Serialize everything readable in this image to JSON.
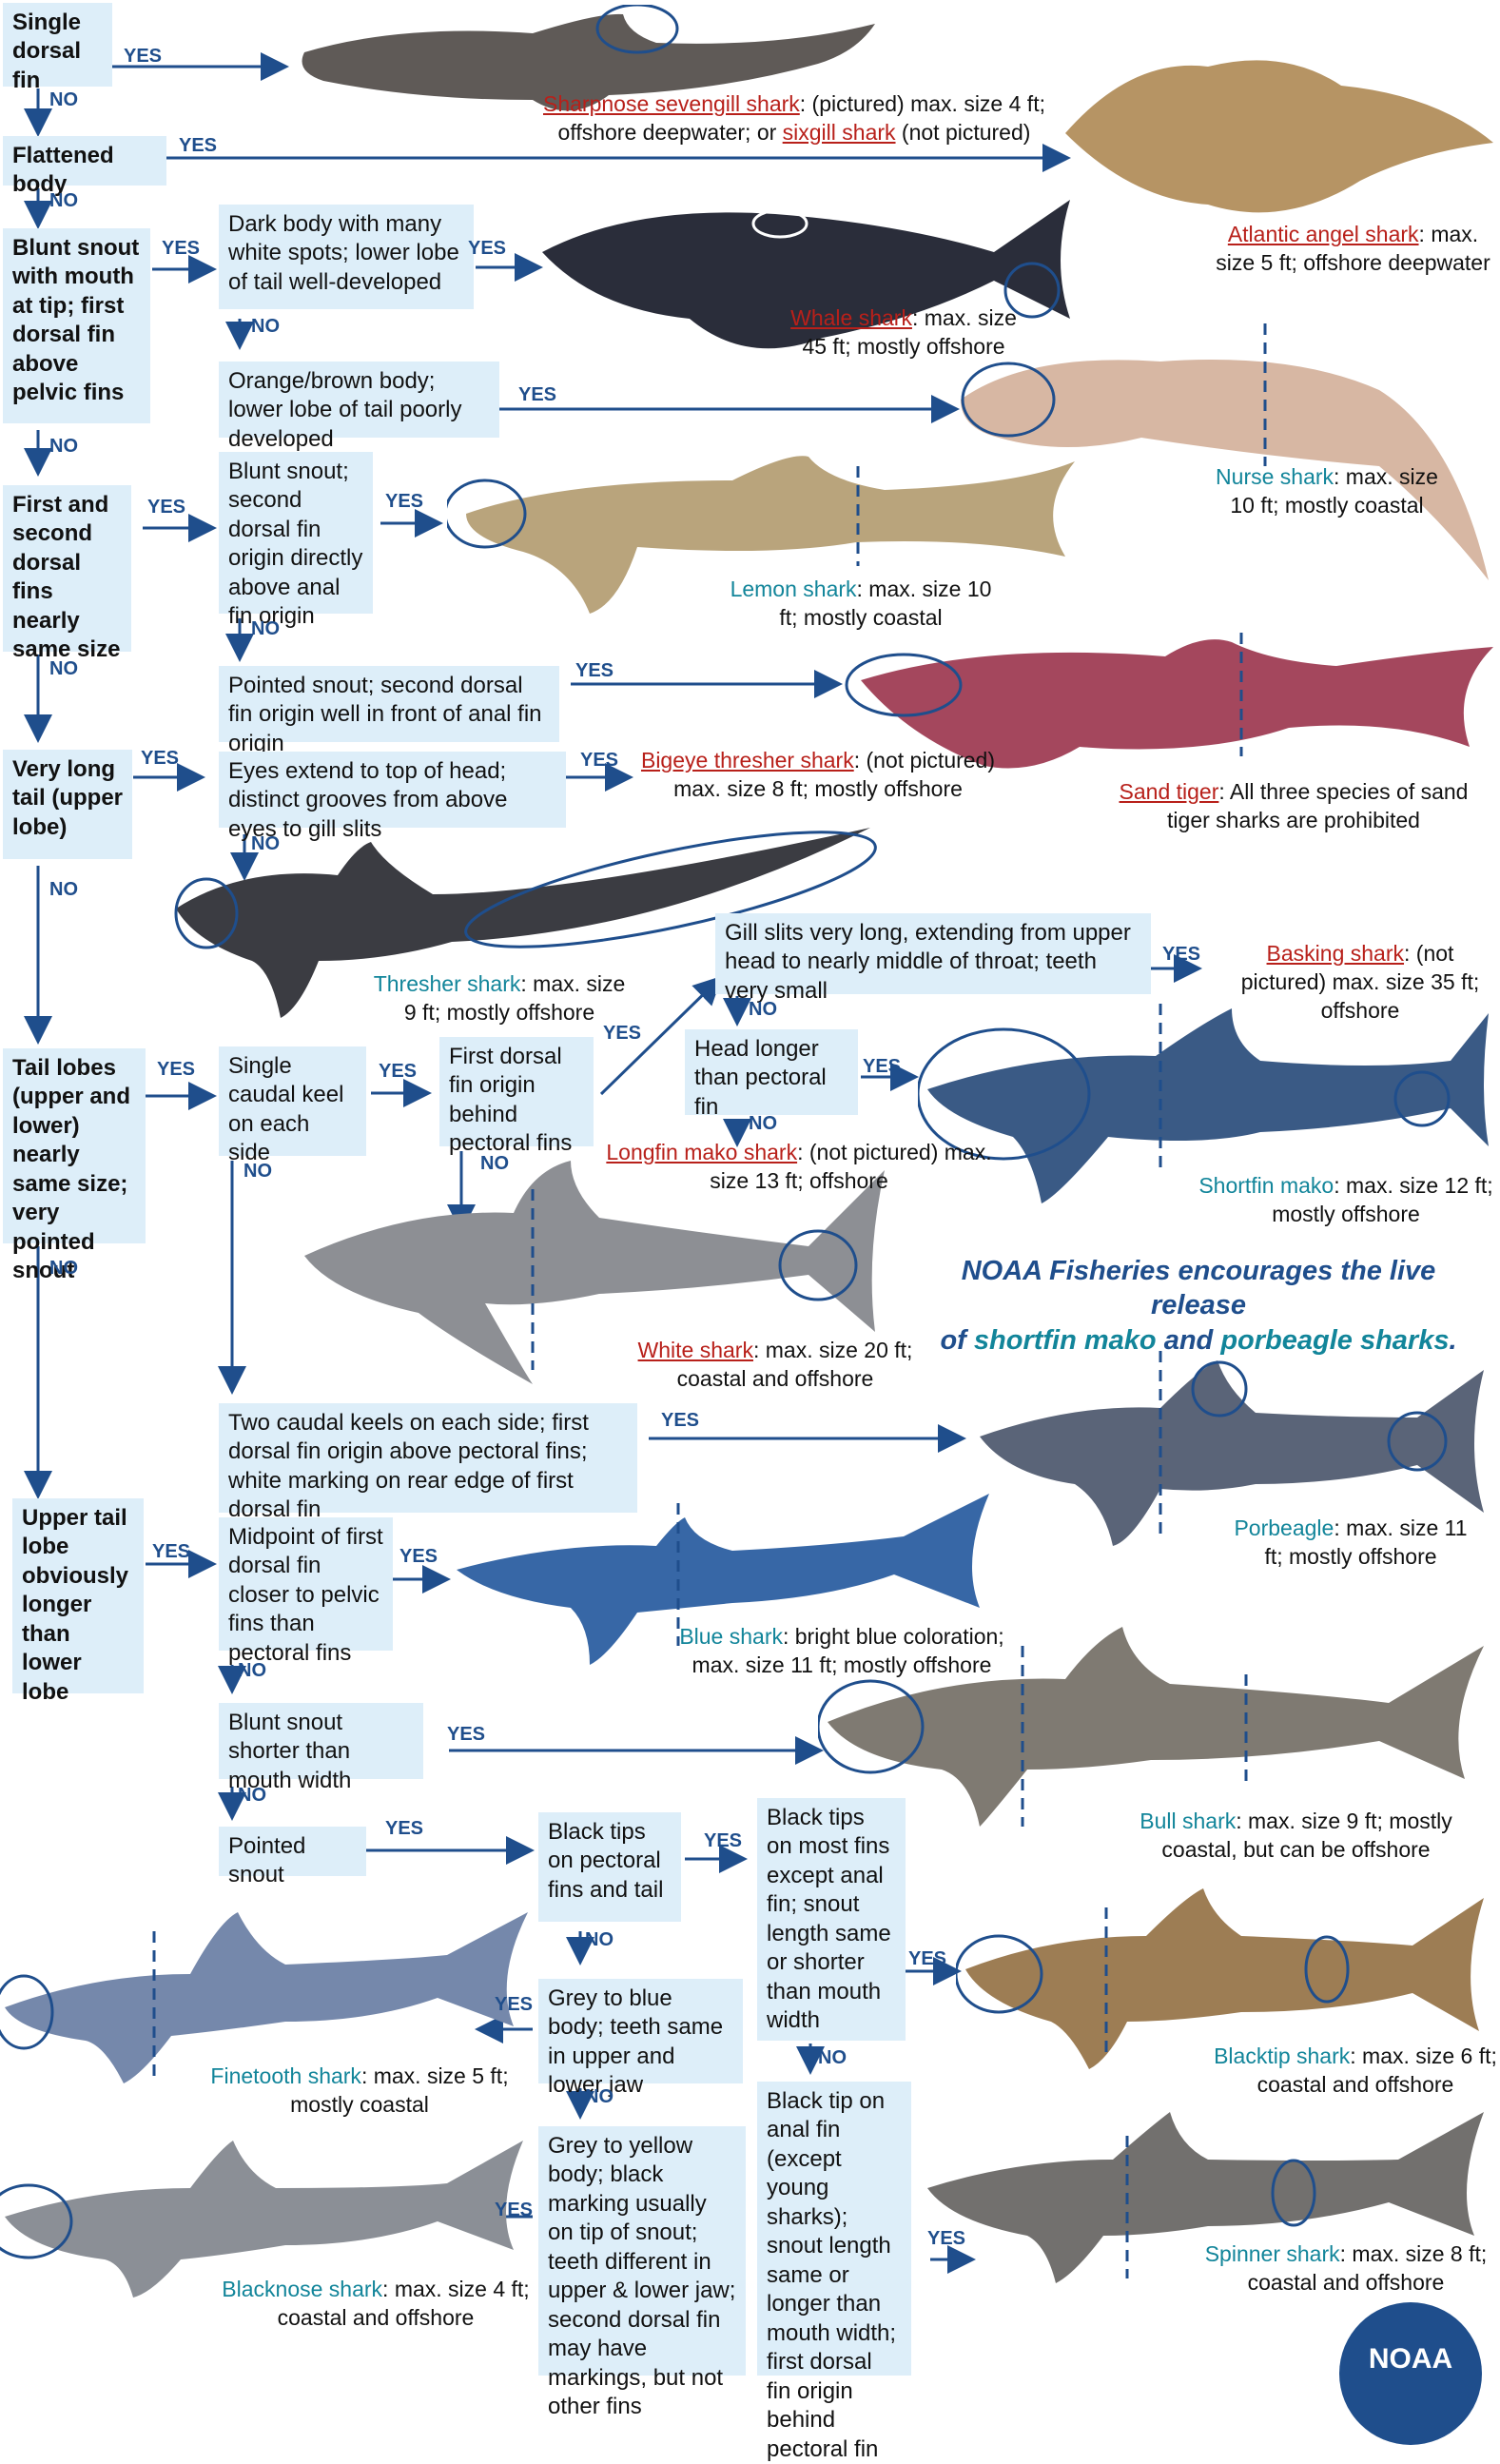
{
  "boxes": {
    "b1": "Single dorsal fin",
    "b2": "Flattened body",
    "b3": "Blunt snout with mouth at tip; first dorsal fin above pelvic fins",
    "b3a": "Dark body with many white spots; lower lobe of tail well-developed",
    "b3b": "Orange/brown body; lower lobe of tail poorly developed",
    "b4": "First and second dorsal fins nearly same size",
    "b4a": "Blunt snout; second dorsal fin origin directly above anal fin origin",
    "b4b": "Pointed snout; second dorsal fin origin well in front of anal fin origin",
    "b5": "Very long tail (upper lobe)",
    "b5a": "Eyes extend to top of head; distinct grooves from above eyes to gill slits",
    "b6": "Tail lobes (upper and lower) nearly same size; very pointed snout",
    "b6a": "Single caudal keel on each side",
    "b6b": "First dorsal fin origin behind pectoral fins",
    "b6c": "Gill slits very long, extending from upper head to nearly middle of throat; teeth very small",
    "b6d": "Head longer than pectoral fin",
    "b6e": "Two caudal keels on each side; first dorsal fin origin above pectoral fins; white marking on rear edge of first dorsal fin",
    "b7": "Upper tail lobe obviously longer than lower lobe",
    "b7a": "Midpoint of first dorsal fin closer to pelvic fins than pectoral fins",
    "b7b": "Blunt snout shorter than mouth width",
    "b7c": "Pointed snout",
    "b7d": "Black tips on pectoral fins and tail",
    "b7e": "Black tips on most fins except anal fin; snout length same or shorter than mouth width",
    "b7f": "Grey to blue body; teeth same in upper and lower jaw",
    "b7g": "Grey to yellow body; black marking usually on tip of snout; teeth different in upper & lower jaw; second dorsal fin may have markings, but not other fins",
    "b7h": "Black tip on anal fin (except young sharks); snout length same or longer than mouth width; first dorsal fin origin behind pectoral fin"
  },
  "yes": "YES",
  "no": "NO",
  "captions": {
    "sevengill": {
      "name": "Sharpnose sevengill shark",
      "rest1": ": (pictured) max. size 4 ft;",
      "rest2": "offshore deepwater; or ",
      "name2": "sixgill shark",
      "rest3": " (not pictured)"
    },
    "angel": {
      "name": "Atlantic angel shark",
      "rest": ": max. size 5 ft; offshore deepwater"
    },
    "whale": {
      "name": "Whale shark",
      "rest": ": max. size 45 ft; mostly offshore"
    },
    "nurse": {
      "name": "Nurse shark",
      "rest": ": max. size 10 ft; mostly coastal"
    },
    "lemon": {
      "name": "Lemon shark",
      "rest": ": max. size 10 ft; mostly coastal"
    },
    "sandtiger": {
      "name": "Sand tiger",
      "rest": ": All three species of sand tiger sharks are prohibited"
    },
    "bigeye": {
      "name": "Bigeye thresher shark",
      "rest": ": (not pictured) max. size 8 ft; mostly offshore"
    },
    "thresher": {
      "name": "Thresher shark",
      "rest": ": max. size 9 ft; mostly offshore"
    },
    "basking": {
      "name": "Basking shark",
      "rest": ": (not pictured) max. size 35 ft; offshore"
    },
    "longfin": {
      "name": "Longfin mako shark",
      "rest": ": (not pictured) max. size 13 ft; offshore"
    },
    "shortfin": {
      "name": "Shortfin mako",
      "rest": ": max. size 12 ft; mostly offshore"
    },
    "white": {
      "name": "White shark",
      "rest": ": max. size 20 ft; coastal and offshore"
    },
    "porbeagle": {
      "name": "Porbeagle",
      "rest": ": max. size 11 ft; mostly offshore"
    },
    "blue": {
      "name": "Blue shark",
      "rest": ": bright blue coloration; max. size 11 ft; mostly offshore"
    },
    "bull": {
      "name": "Bull shark",
      "rest": ": max. size 9 ft; mostly coastal, but can be offshore"
    },
    "blacktip": {
      "name": "Blacktip shark",
      "rest": ": max. size 6 ft; coastal and offshore"
    },
    "finetooth": {
      "name": "Finetooth shark",
      "rest": ": max. size 5 ft; mostly coastal"
    },
    "spinner": {
      "name": "Spinner shark",
      "rest": ": max. size 8 ft; coastal and offshore"
    },
    "blacknose": {
      "name": "Blacknose shark",
      "rest": ": max. size 4 ft; coastal and offshore"
    }
  },
  "encourage": {
    "l1": "NOAA Fisheries encourages the live release",
    "pre": "of ",
    "s1": "shortfin mako",
    "mid": " and ",
    "s2": "porbeagle sharks",
    "post": "."
  },
  "logo": "NOAA",
  "colors": {
    "box": "#ddeef9",
    "arrow": "#1f4e8c",
    "red": "#b8201a",
    "teal": "#12859a"
  }
}
